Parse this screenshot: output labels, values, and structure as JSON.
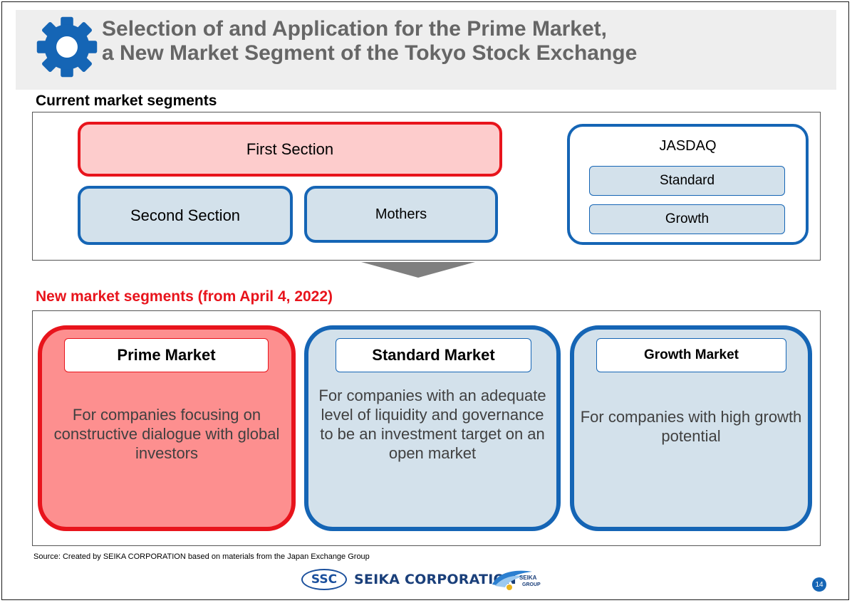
{
  "title": {
    "line1": "Selection of and Application for the Prime Market,",
    "line2": "a New Market Segment of the Tokyo Stock Exchange"
  },
  "current": {
    "label": "Current market segments",
    "first_section": "First Section",
    "second_section": "Second Section",
    "mothers": "Mothers",
    "jasdaq": {
      "title": "JASDAQ",
      "standard": "Standard",
      "growth": "Growth"
    }
  },
  "new": {
    "label": "New market segments (from April 4, 2022)",
    "markets": [
      {
        "name": "Prime Market",
        "description": "For companies focusing on constructive dialogue with global investors"
      },
      {
        "name": "Standard Market",
        "description": "For companies with an adequate level of liquidity and governance to be an investment target on an open market"
      },
      {
        "name": "Growth Market",
        "description": "For companies with high growth potential"
      }
    ]
  },
  "footer": {
    "source": "Source: Created by SEIKA CORPORATION based on materials from the Japan Exchange Group",
    "logo_mark": "SSC",
    "company": "SEIKA CORPORATION",
    "group_logo_text": "SEIKA GROUP",
    "page_number": "14"
  },
  "colors": {
    "accent_red": "#e8141c",
    "accent_blue": "#1565b5",
    "light_red": "#fdcccc",
    "prime_fill": "#fd8f8f",
    "light_blue": "#d3e1eb",
    "title_gray": "#666666"
  },
  "icons": {
    "title_icon": "gear-icon",
    "transition_icon": "down-arrow-icon"
  }
}
